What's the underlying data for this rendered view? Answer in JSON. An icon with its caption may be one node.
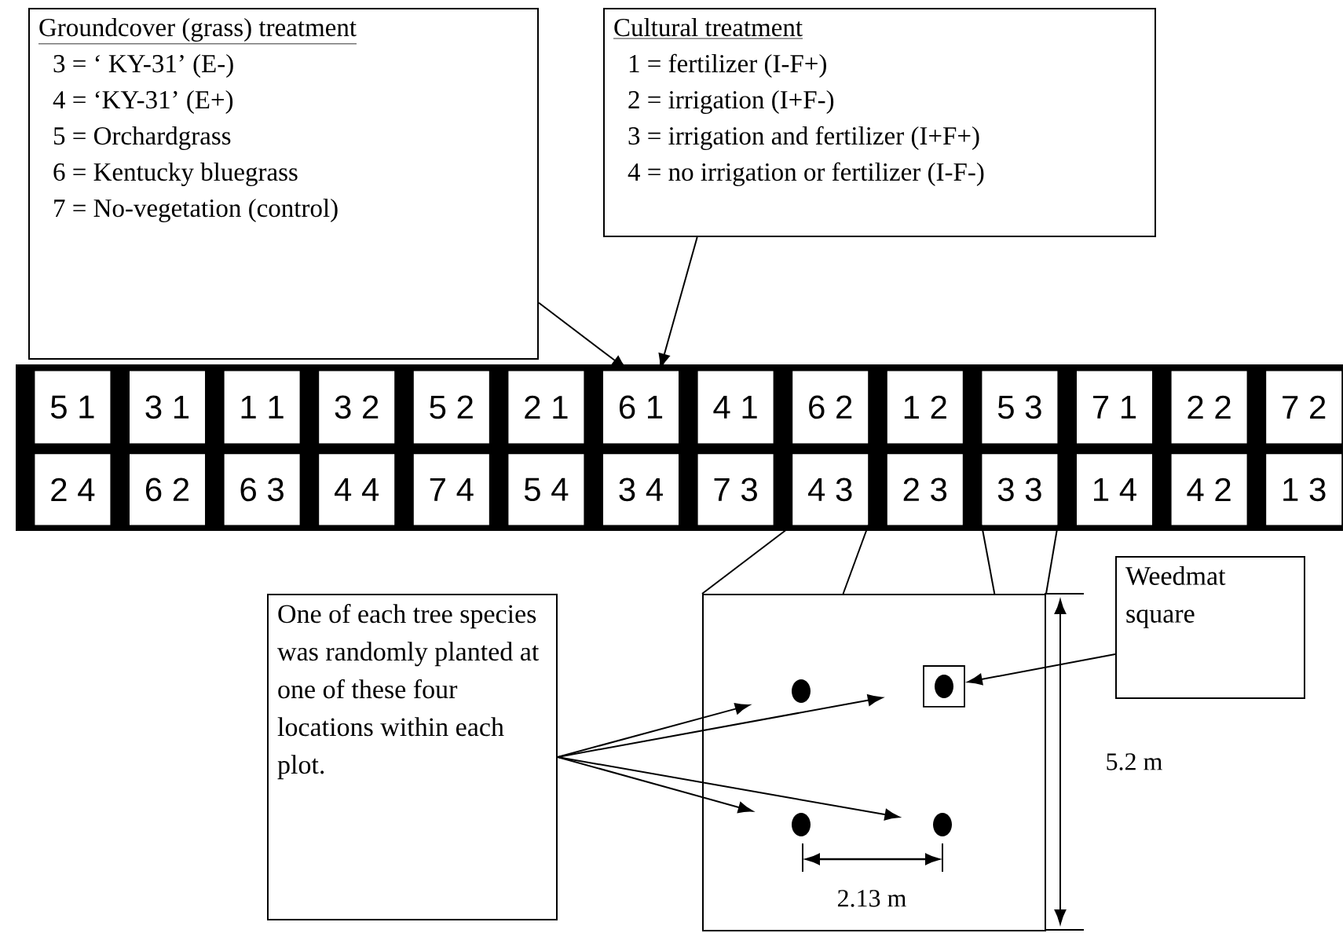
{
  "diagram": {
    "nodes": [
      {
        "text": [
          "Groundcover (grass) treatment",
          "3 = ‘ KY-31’ (E-)",
          "4 = ‘KY-31’ (E+)",
          "5 = Orchardgrass",
          "6 = Kentucky bluegrass",
          "7 = No-vegetation (control)"
        ]
      },
      {
        "text": [
          "Cultural treatment",
          "1 = fertilizer (I-F+)",
          "2 = irrigation (I+F-)",
          "3 = irrigation and fertilizer (I+F+)",
          "4 = no irrigation or fertilizer (I-F-)"
        ]
      },
      {
        "text": [
          "5 1"
        ]
      },
      {
        "text": [
          "3 1"
        ]
      },
      {
        "text": [
          "1 1"
        ]
      },
      {
        "text": [
          "3 2"
        ]
      },
      {
        "text": [
          "5 2"
        ]
      },
      {
        "text": [
          "2 1"
        ]
      },
      {
        "text": [
          "6 1"
        ]
      },
      {
        "text": [
          "4 1"
        ]
      },
      {
        "text": [
          "6 2"
        ]
      },
      {
        "text": [
          "1 2"
        ]
      },
      {
        "text": [
          "5 3"
        ]
      },
      {
        "text": [
          "7 1"
        ]
      },
      {
        "text": [
          "2 2"
        ]
      },
      {
        "text": [
          "7 2"
        ]
      },
      {
        "text": [
          "2 4"
        ]
      },
      {
        "text": [
          "6 2"
        ]
      },
      {
        "text": [
          "6 3"
        ]
      },
      {
        "text": [
          "4 4"
        ]
      },
      {
        "text": [
          "7 4"
        ]
      },
      {
        "text": [
          "5 4"
        ]
      },
      {
        "text": [
          "3 4"
        ]
      },
      {
        "text": [
          "7 3"
        ]
      },
      {
        "text": [
          "4 3"
        ]
      },
      {
        "text": [
          "2 3"
        ]
      },
      {
        "text": [
          "3 3"
        ]
      },
      {
        "text": [
          "1 4"
        ]
      },
      {
        "text": [
          "4 2"
        ]
      },
      {
        "text": [
          "1 3"
        ]
      },
      {
        "text": [
          "One of each tree species was randomly planted at one of these four locations within each plot."
        ]
      },
      {
        "text": [],
        "shape": "box"
      },
      {
        "text": [],
        "shape": "circle",
        "in": 31
      },
      {
        "text": [],
        "shape": "box",
        "in": 31
      },
      {
        "text": [],
        "shape": "circle",
        "in": 33
      },
      {
        "text": [],
        "shape": "circle",
        "in": 31
      },
      {
        "text": [],
        "shape": "circle",
        "in": 31
      },
      {
        "text": [
          "Weedmat square"
        ]
      }
    ],
    "edges": [
      {
        "from": 0,
        "to": 8,
        "arrow": "to"
      },
      {
        "from": 1,
        "to": 8,
        "arrow": "to"
      },
      {
        "from": 24,
        "to": 31,
        "arrow": "none"
      },
      {
        "from": 24,
        "to": 31,
        "arrow": "none"
      },
      {
        "from": 26,
        "to": 31,
        "arrow": "none"
      },
      {
        "from": 26,
        "to": 31,
        "arrow": "none"
      },
      {
        "from": 30,
        "to": 32,
        "arrow": "to"
      },
      {
        "from": 30,
        "to": 34,
        "arrow": "to"
      },
      {
        "from": 30,
        "to": 35,
        "arrow": "to"
      },
      {
        "from": 30,
        "to": 36,
        "arrow": "to"
      },
      {
        "from": 37,
        "to": 33,
        "arrow": "to"
      }
    ],
    "labels": [
      "5.2 m",
      "2.13 m"
    ]
  }
}
